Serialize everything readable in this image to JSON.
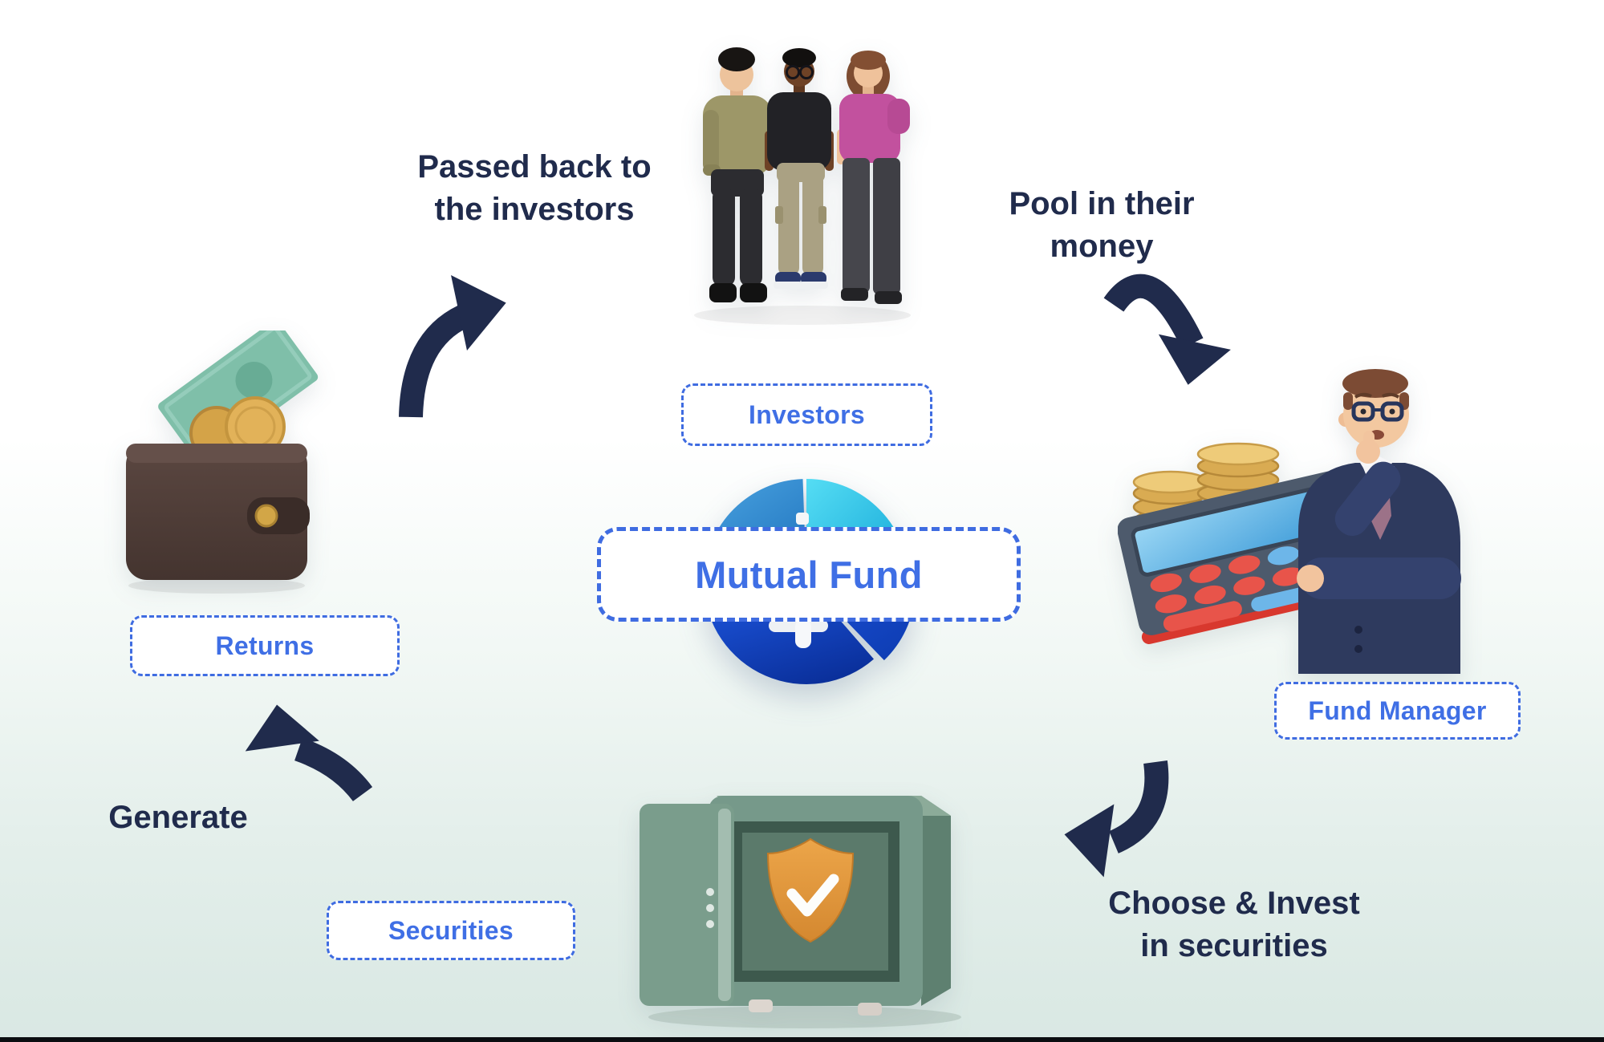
{
  "diagram_title": "Mutual Fund",
  "center": {
    "label": "Mutual Fund"
  },
  "labels": {
    "investors": "Investors",
    "fund_manager": "Fund Manager",
    "securities": "Securities",
    "returns": "Returns"
  },
  "captions": {
    "pool": {
      "line1": "Pool in their",
      "line2": "money"
    },
    "choose": {
      "line1": "Choose & Invest",
      "line2": "in securities"
    },
    "generate": {
      "line1": "Generate"
    },
    "passed": {
      "line1": "Passed back to",
      "line2": "the investors"
    }
  },
  "colors": {
    "accent_blue": "#3f6fe5",
    "dashed_border_blue": "#3f6ce1",
    "navy_text_and_arrows": "#202b4c",
    "background_top": "#ffffff",
    "background_bottom": "#d9e8e3",
    "pie_cyan": "#2ec6e8",
    "pie_medium_blue": "#2f8fd0",
    "pie_dark_blue": "#10409f"
  },
  "icons": {
    "investors": "three-investors-3d-illustration",
    "fund_manager": "businessman-calculator-coins-3d-illustration",
    "securities": "open-safe-shield-check-3d-illustration",
    "returns": "wallet-cash-coins-3d-illustration",
    "center": "pie-chart-3d-illustration",
    "flow": "curved-flow-arrow"
  }
}
